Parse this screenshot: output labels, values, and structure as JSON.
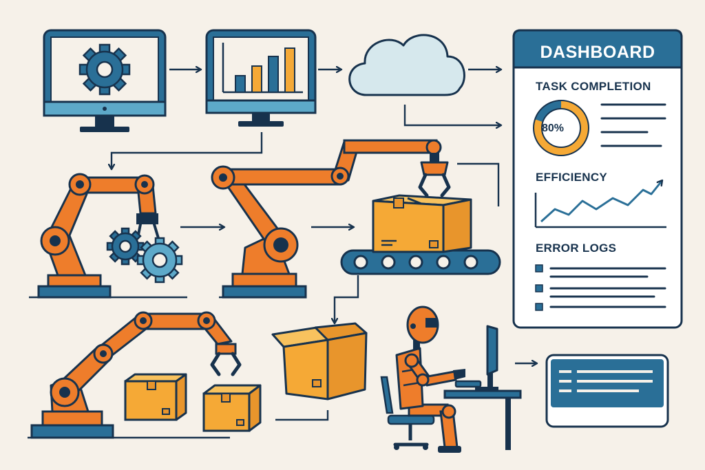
{
  "dashboard": {
    "title": "DASHBOARD",
    "task_completion_label": "TASK COMPLETION",
    "task_completion_value": "80%",
    "task_completion_fraction": 0.8,
    "efficiency_label": "EFFICIENCY",
    "error_logs_label": "ERROR LOGS"
  },
  "colors": {
    "navy": "#17324d",
    "blue": "#2a6f97",
    "light_blue": "#5da9c9",
    "orange": "#ee7d2b",
    "box": "#f5a936",
    "cloud": "#d6e8ed",
    "background": "#f6f1e9"
  },
  "icons": [
    "settings-monitor-icon",
    "analytics-monitor-icon",
    "cloud-icon",
    "robot-arm-icon",
    "gear-icon",
    "conveyor-belt-icon",
    "cardboard-box-icon",
    "humanoid-robot-icon",
    "computer-monitor-icon",
    "server-panel-icon"
  ]
}
